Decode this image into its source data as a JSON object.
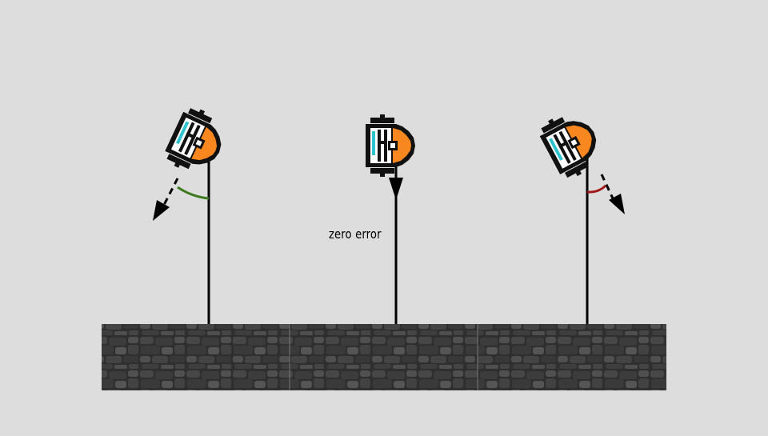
{
  "diagram": {
    "label": "zero error",
    "colors": {
      "background": "#dddddd",
      "line": "#000000",
      "arc_left": "#3c7a1e",
      "arc_right": "#a01818",
      "ship_orange": "#f7871e",
      "ship_cyan": "#2fc3cf",
      "ground_dark": "#2b2b2b",
      "ground_light": "#4a4a4a"
    },
    "icons": {
      "rocket": "rocket-ship-icon",
      "velocity": "arrow-down-icon"
    },
    "panels": [
      {
        "name": "left",
        "arc": "arc_left"
      },
      {
        "name": "middle",
        "arc": "none"
      },
      {
        "name": "right",
        "arc": "arc_right"
      }
    ]
  }
}
